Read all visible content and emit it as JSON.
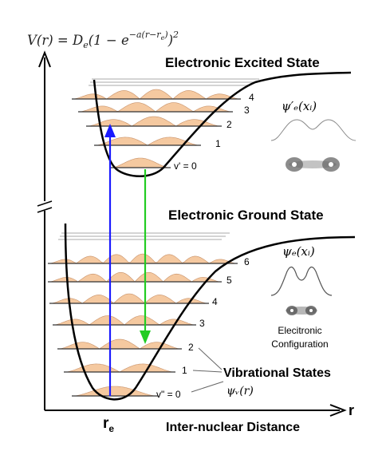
{
  "formula": {
    "text": "V(r) = Dₑ(1 − e^(−a(r−rₑ)))²",
    "lhs": "V(r) = D",
    "sub_e": "e",
    "mid": "(1 − e",
    "exp": "−a(r−r",
    "exp_sub": "e",
    "exp_close": ")",
    "close": ")",
    "sq": "2"
  },
  "titles": {
    "excited": "Electronic Excited State",
    "ground": "Electronic Ground State"
  },
  "excited_levels": [
    "4",
    "3",
    "2",
    "1",
    "v' = 0"
  ],
  "ground_levels": [
    "6",
    "5",
    "4",
    "3",
    "2",
    "1",
    "v\" = 0"
  ],
  "labels": {
    "psi_excited": "ψ′ₑ(xᵢ)",
    "psi_ground": "ψₑ(xᵢ)",
    "electronic_config_line1": "Elecitronic",
    "electronic_config_line2": "Configuration",
    "vibrational_states": "Vibrational States",
    "psi_v": "ψᵥ(r)",
    "x_axis": "Inter-nuclear Distance",
    "r_axis": "r",
    "r_e": "r",
    "r_e_sub": "e"
  },
  "colors": {
    "absorption_arrow": "#1a1aff",
    "emission_arrow": "#22cc22",
    "wavefunction_fill": "#f5c9a0",
    "curve": "#000000",
    "dissociation": "#bbbbbb"
  }
}
